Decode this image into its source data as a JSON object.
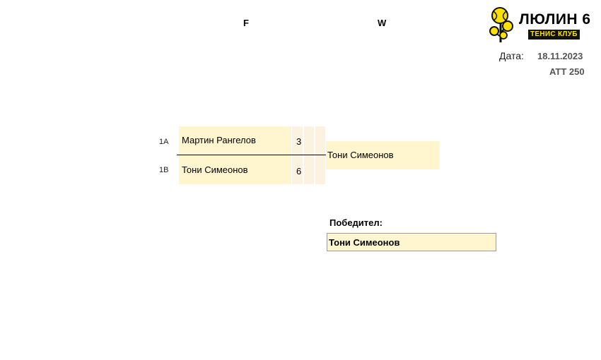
{
  "header": {
    "col_f": "F",
    "col_w": "W"
  },
  "logo": {
    "title": "ЛЮЛИН 6",
    "subtitle": "ТЕНИС КЛУБ"
  },
  "meta": {
    "date_label": "Дата:",
    "date_value": "18.11.2023",
    "event_code": "ATT 250"
  },
  "match": {
    "player1": {
      "seed": "1A",
      "name": "Мартин Рангелов",
      "score": "3"
    },
    "player2": {
      "seed": "1B",
      "name": "Тони Симеонов",
      "score": "6"
    }
  },
  "winner_slot": {
    "name": "Тони Симеонов"
  },
  "champion": {
    "label": "Победител:",
    "name": "Тони Симеонов"
  },
  "colors": {
    "cell_fill": "#fff6d0",
    "logo_yellow": "#ffe100",
    "logo_dark": "#111111"
  }
}
